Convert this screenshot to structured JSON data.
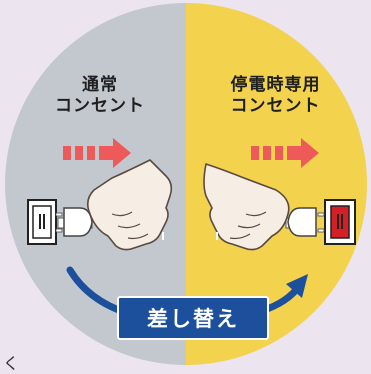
{
  "labels": {
    "left_line1": "通常",
    "left_line2": "コンセント",
    "right_line1": "停電時専用",
    "right_line2": "コンセント"
  },
  "badge": {
    "text": "差し替え"
  },
  "stray_mark": "く",
  "colors": {
    "background": "#ece4ee",
    "left_half": "#c2c8ce",
    "right_half": "#f3d24e",
    "arrow_red": "#ee5a5a",
    "curve_blue": "#1c4f9c",
    "outlet_red": "#d41f26",
    "hand_fill": "#f6ede4",
    "hand_stroke": "#5a4a40"
  },
  "icons": [
    "normal-outlet-icon",
    "emergency-outlet-icon",
    "right-arrow-icon",
    "left-hand-plug-icon",
    "right-hand-plug-icon",
    "curved-swap-arrow-icon"
  ]
}
